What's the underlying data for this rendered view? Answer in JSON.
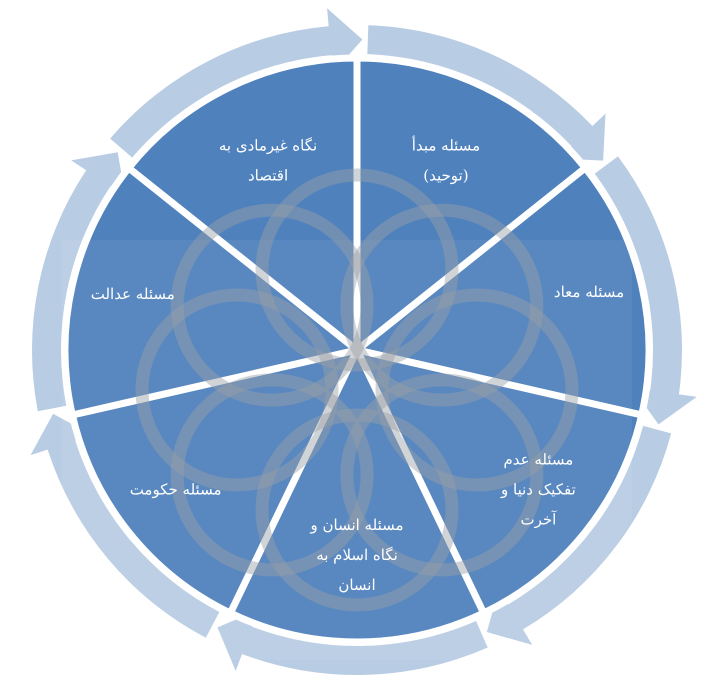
{
  "diagram": {
    "segments": [
      {
        "id": "tawhid",
        "lines": [
          "مسئله مبدأ",
          "(توحید)"
        ]
      },
      {
        "id": "maad",
        "lines": [
          "مسئله معاد"
        ]
      },
      {
        "id": "dunya_akhirat",
        "lines": [
          "مسئله عدم",
          "تفکیک دنیا و",
          "آخرت"
        ]
      },
      {
        "id": "insan",
        "lines": [
          "مسئله انسان و",
          "نگاه اسلام به",
          "انسان"
        ]
      },
      {
        "id": "hukumat",
        "lines": [
          "مسئله حکومت"
        ]
      },
      {
        "id": "adalat",
        "lines": [
          "مسئله عدالت"
        ]
      },
      {
        "id": "eqtesad",
        "lines": [
          "نگاه غیرمادی به",
          "اقتصاد"
        ]
      }
    ],
    "colors": {
      "segment_fill": "#4f81bd",
      "cycle_arrow": "#b8cce4",
      "divider": "#ffffff",
      "label_text": "#ffffff"
    }
  }
}
